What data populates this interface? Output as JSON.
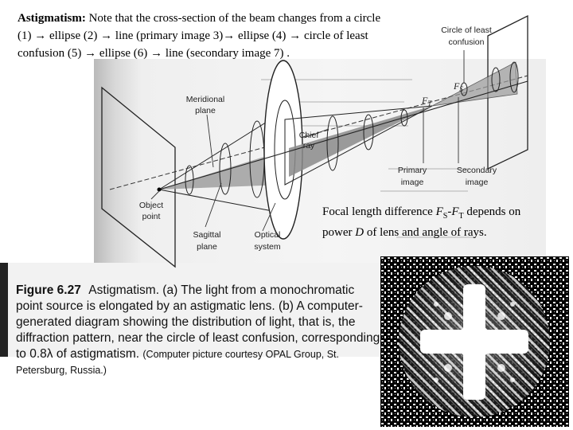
{
  "intro": {
    "heading": "Astigmatism:",
    "segments": [
      " Note that the cross-section of the beam changes from a circle (1) ",
      " ellipse (2) ",
      " line (primary image 3)",
      " ellipse (4) ",
      " circle of least confusion (5) ",
      " ellipse (6) ",
      " line (secondary image 7) ."
    ],
    "arrow": "→"
  },
  "diagram": {
    "labels": {
      "circle_of_least_confusion_1": "Circle of least",
      "circle_of_least_confusion_2": "confusion",
      "ft_main": "F",
      "ft_sub": "T",
      "fs_main": "F",
      "fs_sub": "S",
      "meridional_1": "Meridional",
      "meridional_2": "plane",
      "chief_1": "Chief",
      "chief_2": "ray",
      "primary_1": "Primary",
      "primary_2": "image",
      "secondary_1": "Secondary",
      "secondary_2": "image",
      "object_1": "Object",
      "object_2": "point",
      "sagittal_1": "Sagittal",
      "sagittal_2": "plane",
      "optical_1": "Optical",
      "optical_2": "system"
    }
  },
  "side_note": {
    "line1_prefix": "Focal length difference ",
    "fs_main": "F",
    "fs_sub": "S",
    "dash": "-",
    "ft_main": "F",
    "ft_sub": "T",
    "line1_suffix": " depends on",
    "line2_prefix": "power ",
    "d": "D",
    "line2_suffix": " of lens and angle of rays."
  },
  "caption": {
    "figure_number": "Figure 6.27",
    "text": "Astigmatism. (a) The light from a monochromatic point source is elongated by an astigmatic lens. (b) A computer-generated diagram showing the distribution of light, that is, the diffraction pattern, near the circle of least confusion, corresponding to 0.8λ of astigmatism.",
    "credit": "(Computer picture courtesy OPAL Group, St. Petersburg, Russia.)"
  }
}
